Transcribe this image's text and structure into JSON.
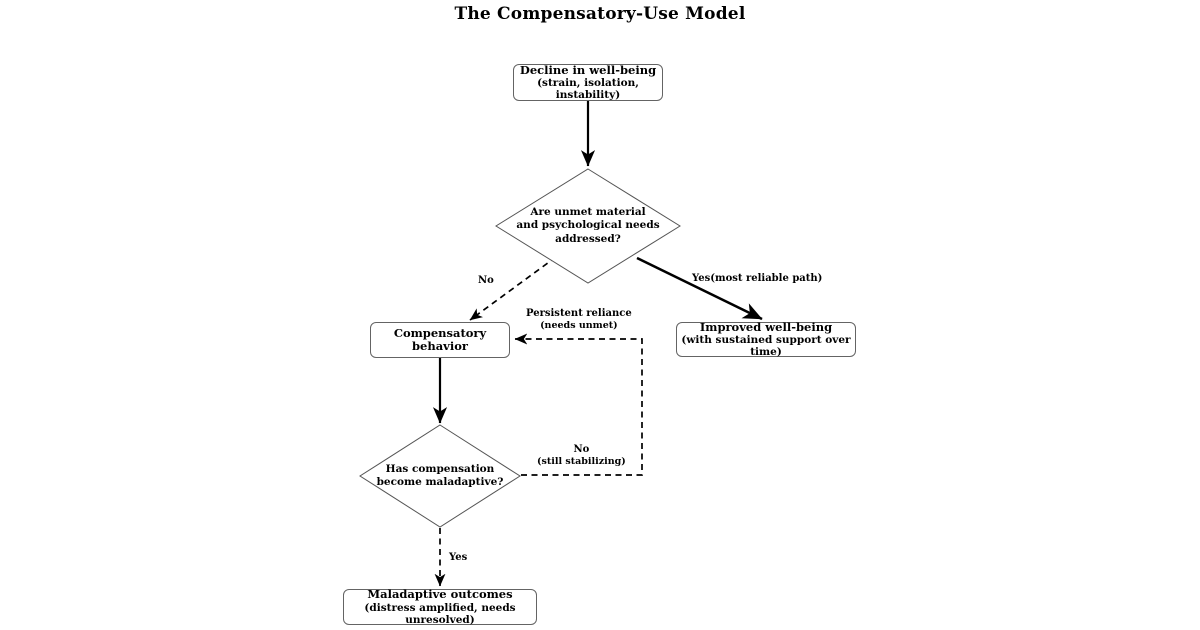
{
  "title": "The Compensatory-Use Model",
  "theme": {
    "background": "#ffffff",
    "node_border": "#646464",
    "diamond_border": "#555555",
    "edge_solid": "#000000",
    "edge_dashed": "#000000",
    "text": "#000000"
  },
  "nodes": {
    "decline": {
      "type": "box",
      "line1": "Decline in well-being",
      "line2": "(strain, isolation, instability)"
    },
    "needs_question": {
      "type": "diamond",
      "line1": "Are unmet material",
      "line2": "and psychological needs",
      "line3": "addressed?"
    },
    "compensatory_behavior": {
      "type": "box",
      "line1": "Compensatory behavior"
    },
    "improved_wellbeing": {
      "type": "box",
      "line1": "Improved well-being",
      "line2": "(with sustained support over time)"
    },
    "maladaptive_question": {
      "type": "diamond",
      "line1": "Has compensation",
      "line2": "become maladaptive?"
    },
    "maladaptive_outcomes": {
      "type": "box",
      "line1": "Maladaptive outcomes",
      "line2": "(distress amplified, needs unresolved)"
    }
  },
  "edges": {
    "decline_to_question": {
      "style": "solid",
      "label": ""
    },
    "question_no": {
      "style": "dashed",
      "label": "No"
    },
    "question_yes": {
      "style": "solid",
      "label": "Yes(most reliable path)"
    },
    "behavior_to_maladaptive": {
      "style": "solid",
      "label": ""
    },
    "maladaptive_no_loop": {
      "style": "dashed",
      "label_top": "No",
      "label_top_sub": "(still stabilizing)",
      "label_return": "Persistent reliance",
      "label_return_sub": "(needs unmet)"
    },
    "maladaptive_yes": {
      "style": "dashed",
      "label": "Yes"
    }
  }
}
